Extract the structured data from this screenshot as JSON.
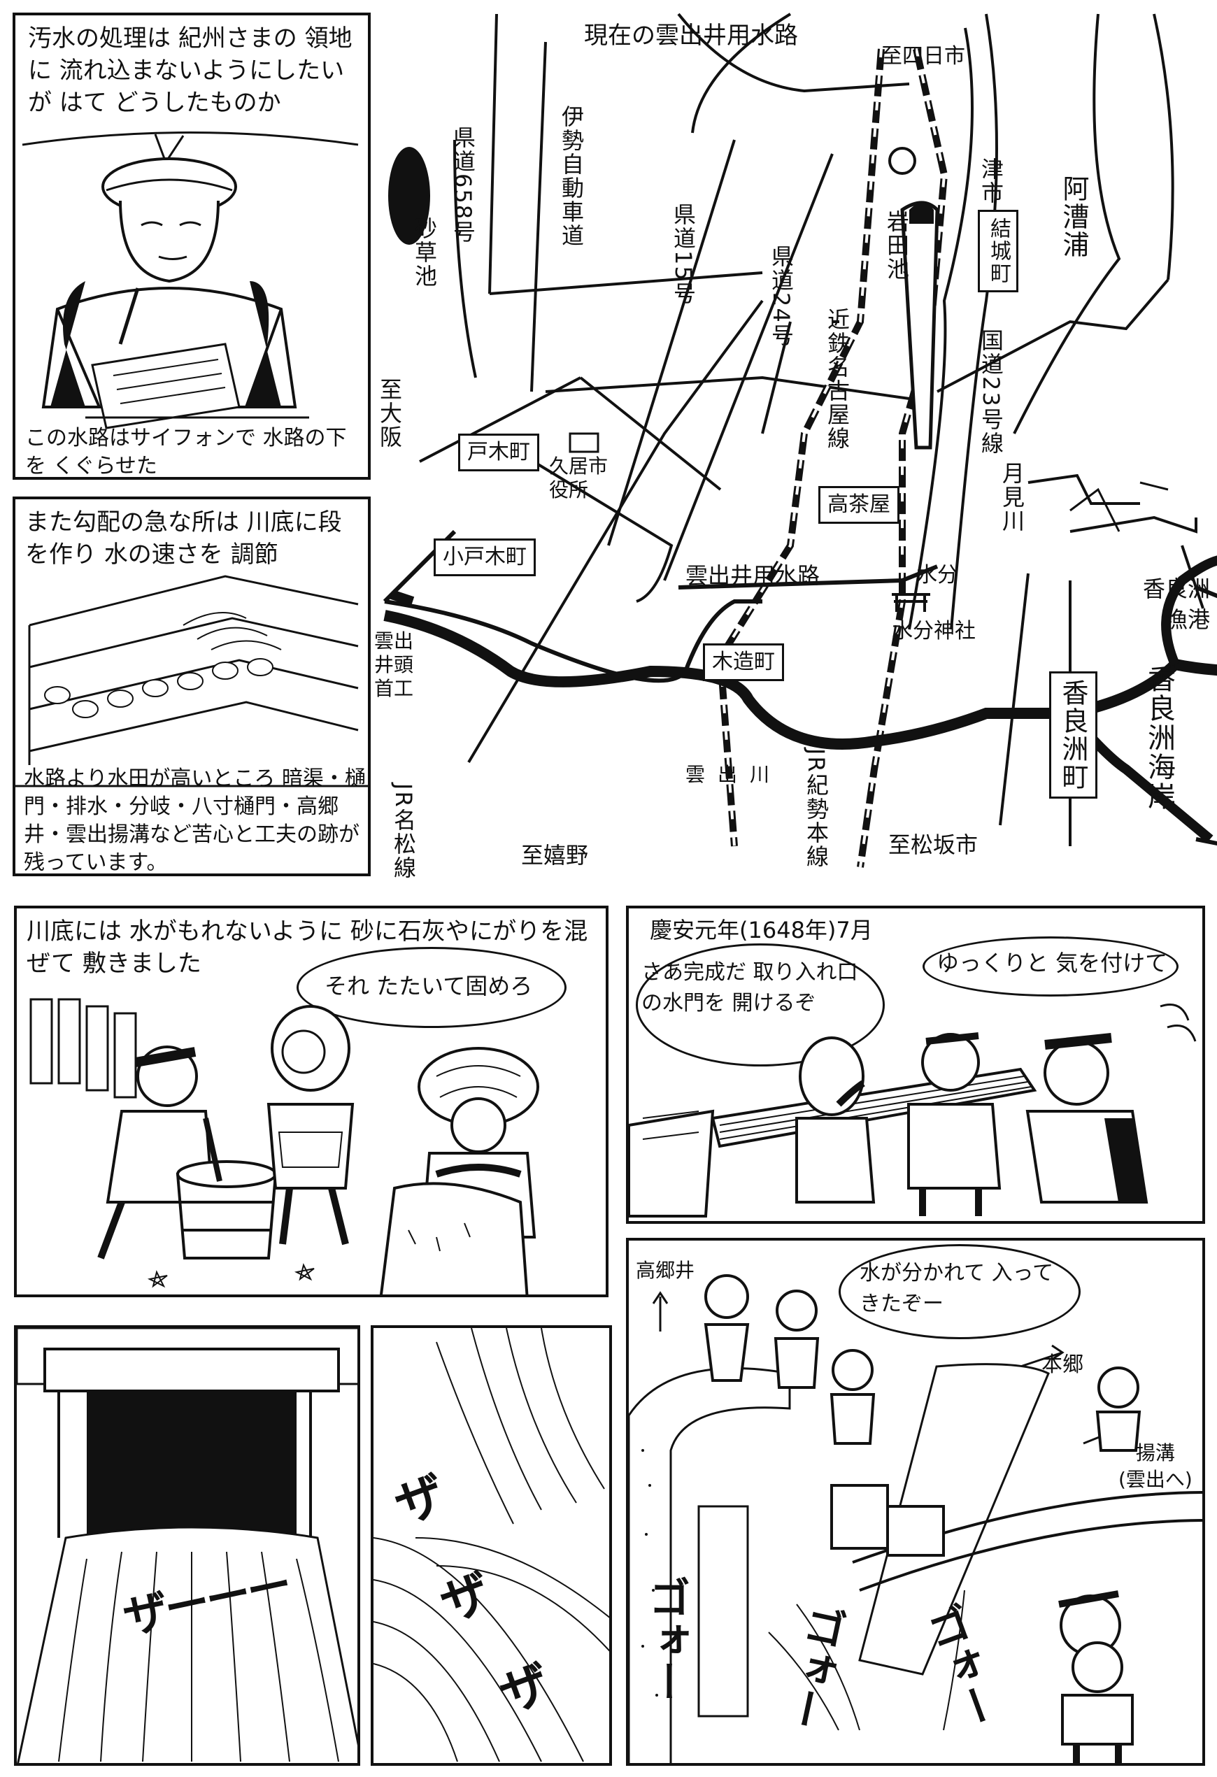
{
  "panel1": {
    "narration": "汚水の処理は 紀州さまの 領地に 流れ込まないようにしたいが はて どうしたものか",
    "caption": "この水路はサイフォンで 水路の下を くぐらせた"
  },
  "panel2": {
    "narration": "また勾配の急な所は 川底に段を作り 水の速さを 調節",
    "caption": "水路より水田が高いところ 暗渠・樋門・排水・分岐・八寸樋門・高郷井・雲出揚溝など苦心と工夫の跡が残っています。"
  },
  "map": {
    "title": "現在の雲出井用水路",
    "labels": {
      "to_yokkaichi": "至四日市",
      "ken658": "県道658号",
      "ise_expressway": "伊勢自動車道",
      "sunakusa_pond": "砂草池",
      "ken15": "県道15号",
      "ken24": "県道24号",
      "kintetsu": "近鉄名古屋線",
      "iwata_pond": "岩田池",
      "tsu_city": "津市",
      "yuki_town": "結城町",
      "akogiura": "阿漕浦",
      "route23": "国道23号線",
      "to_osaka": "至大阪",
      "tosai_town": "戸木町",
      "hisai_office": "久居市役所",
      "takachaya": "高茶屋",
      "tsukimi_river": "月見川",
      "kotoki_town": "小戸木町",
      "canal": "雲出井用水路",
      "mizuwake": "水分",
      "mizuwake_shrine": "水分神社",
      "karasu_port": "香良洲漁港",
      "headworks": "雲出井頭首工",
      "kizu_town": "木造町",
      "karasu_town": "香良洲町",
      "karasu_coast": "香良洲海岸",
      "kumozu_river": "雲出川",
      "jr_meisho": "JR名松線",
      "to_ureshino": "至嬉野",
      "jr_kisei": "JR紀勢本線",
      "to_matsusaka": "至松坂市"
    }
  },
  "panel3": {
    "narration": "川底には 水がもれないように 砂に石灰やにがりを混ぜて 敷きました",
    "speech": "それ たたいて固めろ"
  },
  "panel4": {
    "caption": "慶安元年(1648年)7月",
    "speech1": "さあ完成だ 取り入れ口の水門を 開けるぞ",
    "speech2": "ゆっくりと 気を付けて"
  },
  "panel5": {
    "sfx": "ザーーー"
  },
  "panel6": {
    "sfx1": "ザ",
    "sfx2": "ザ",
    "sfx3": "ザ"
  },
  "panel7": {
    "speech": "水が分かれて 入ってきたぞー",
    "label_takagoi": "高郷井",
    "label_hongo": "本郷",
    "label_ageboru": "揚溝\n(雲出へ)",
    "sfx1": "ゴォー",
    "sfx2": "ゴォー",
    "sfx3": "ゴォー"
  }
}
